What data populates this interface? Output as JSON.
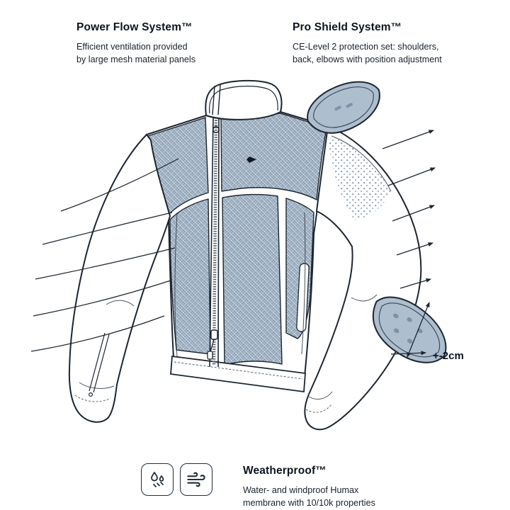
{
  "sections": {
    "power_flow": {
      "title": "Power Flow System™",
      "desc_lines": [
        "Efficient ventilation provided",
        "by large mesh material panels"
      ]
    },
    "pro_shield": {
      "title": "Pro Shield System™",
      "desc_lines": [
        "CE-Level 2 protection set: shoulders,",
        "back, elbows with position adjustment"
      ]
    },
    "weatherproof": {
      "title": "Weatherproof™",
      "desc_lines": [
        "Water- and windproof Humax",
        "membrane with 10/10k properties"
      ]
    }
  },
  "annotations": {
    "elbow_adjustment": "+-2cm"
  },
  "icons": [
    {
      "name": "water-drops-icon",
      "meaning": "waterproof"
    },
    {
      "name": "wind-icon",
      "meaning": "windproof"
    }
  ],
  "illustration": {
    "subject": "motorcycle jacket technical line drawing",
    "features_pointed_left": "mesh ventilation panels",
    "features_pointed_right": "protector positions"
  },
  "colors": {
    "mesh": "#8ba0b5",
    "pad": "#adbecf",
    "outline": "#1c2630",
    "background": "#ffffff"
  }
}
